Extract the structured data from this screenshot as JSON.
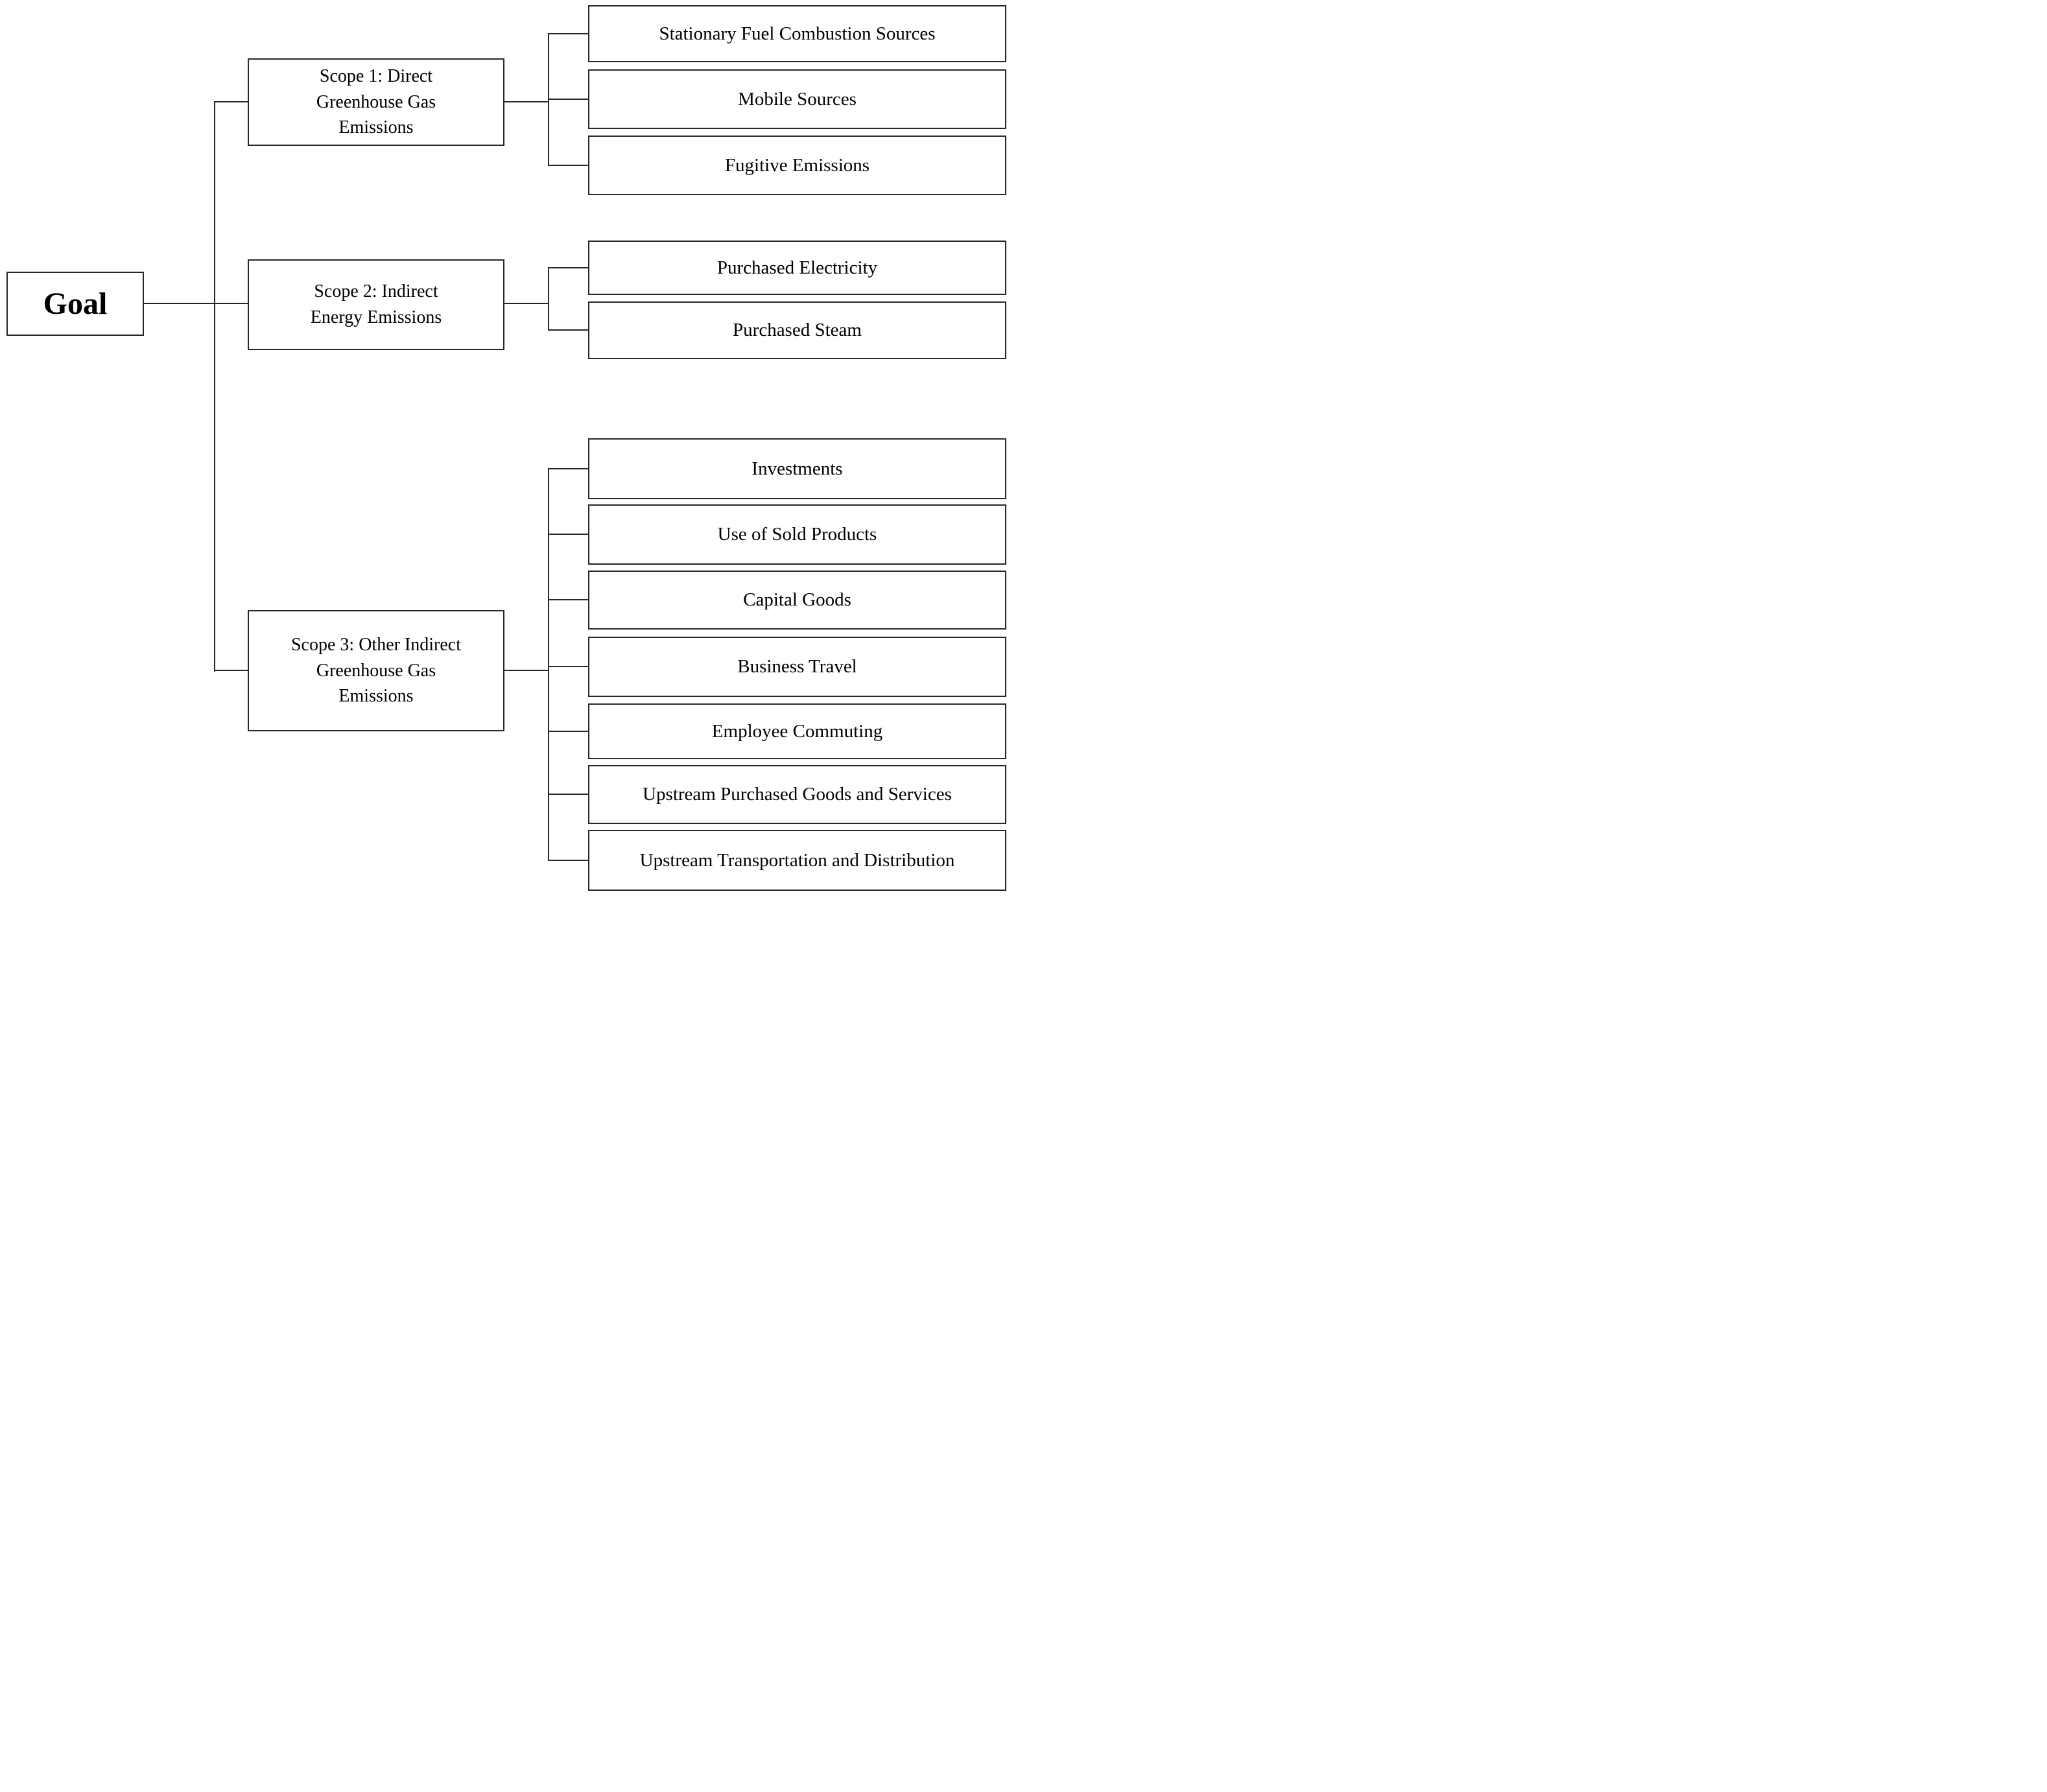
{
  "colors": {
    "background": "#ffffff",
    "line": "#262626",
    "text": "#000000"
  },
  "root": {
    "label": "Goal"
  },
  "branches": [
    {
      "lines": [
        "Scope 1: Direct",
        "Greenhouse Gas",
        "Emissions"
      ],
      "children": [
        "Stationary Fuel Combustion Sources",
        "Mobile Sources",
        "Fugitive Emissions"
      ]
    },
    {
      "lines": [
        "Scope 2: Indirect",
        "Energy Emissions"
      ],
      "children": [
        "Purchased Electricity",
        "Purchased Steam"
      ]
    },
    {
      "lines": [
        "Scope 3: Other Indirect",
        "Greenhouse Gas",
        "Emissions"
      ],
      "children": [
        "Investments",
        "Use of Sold Products",
        "Capital Goods",
        "Business Travel",
        "Employee Commuting",
        "Upstream Purchased Goods and Services",
        "Upstream Transportation and Distribution"
      ]
    }
  ]
}
